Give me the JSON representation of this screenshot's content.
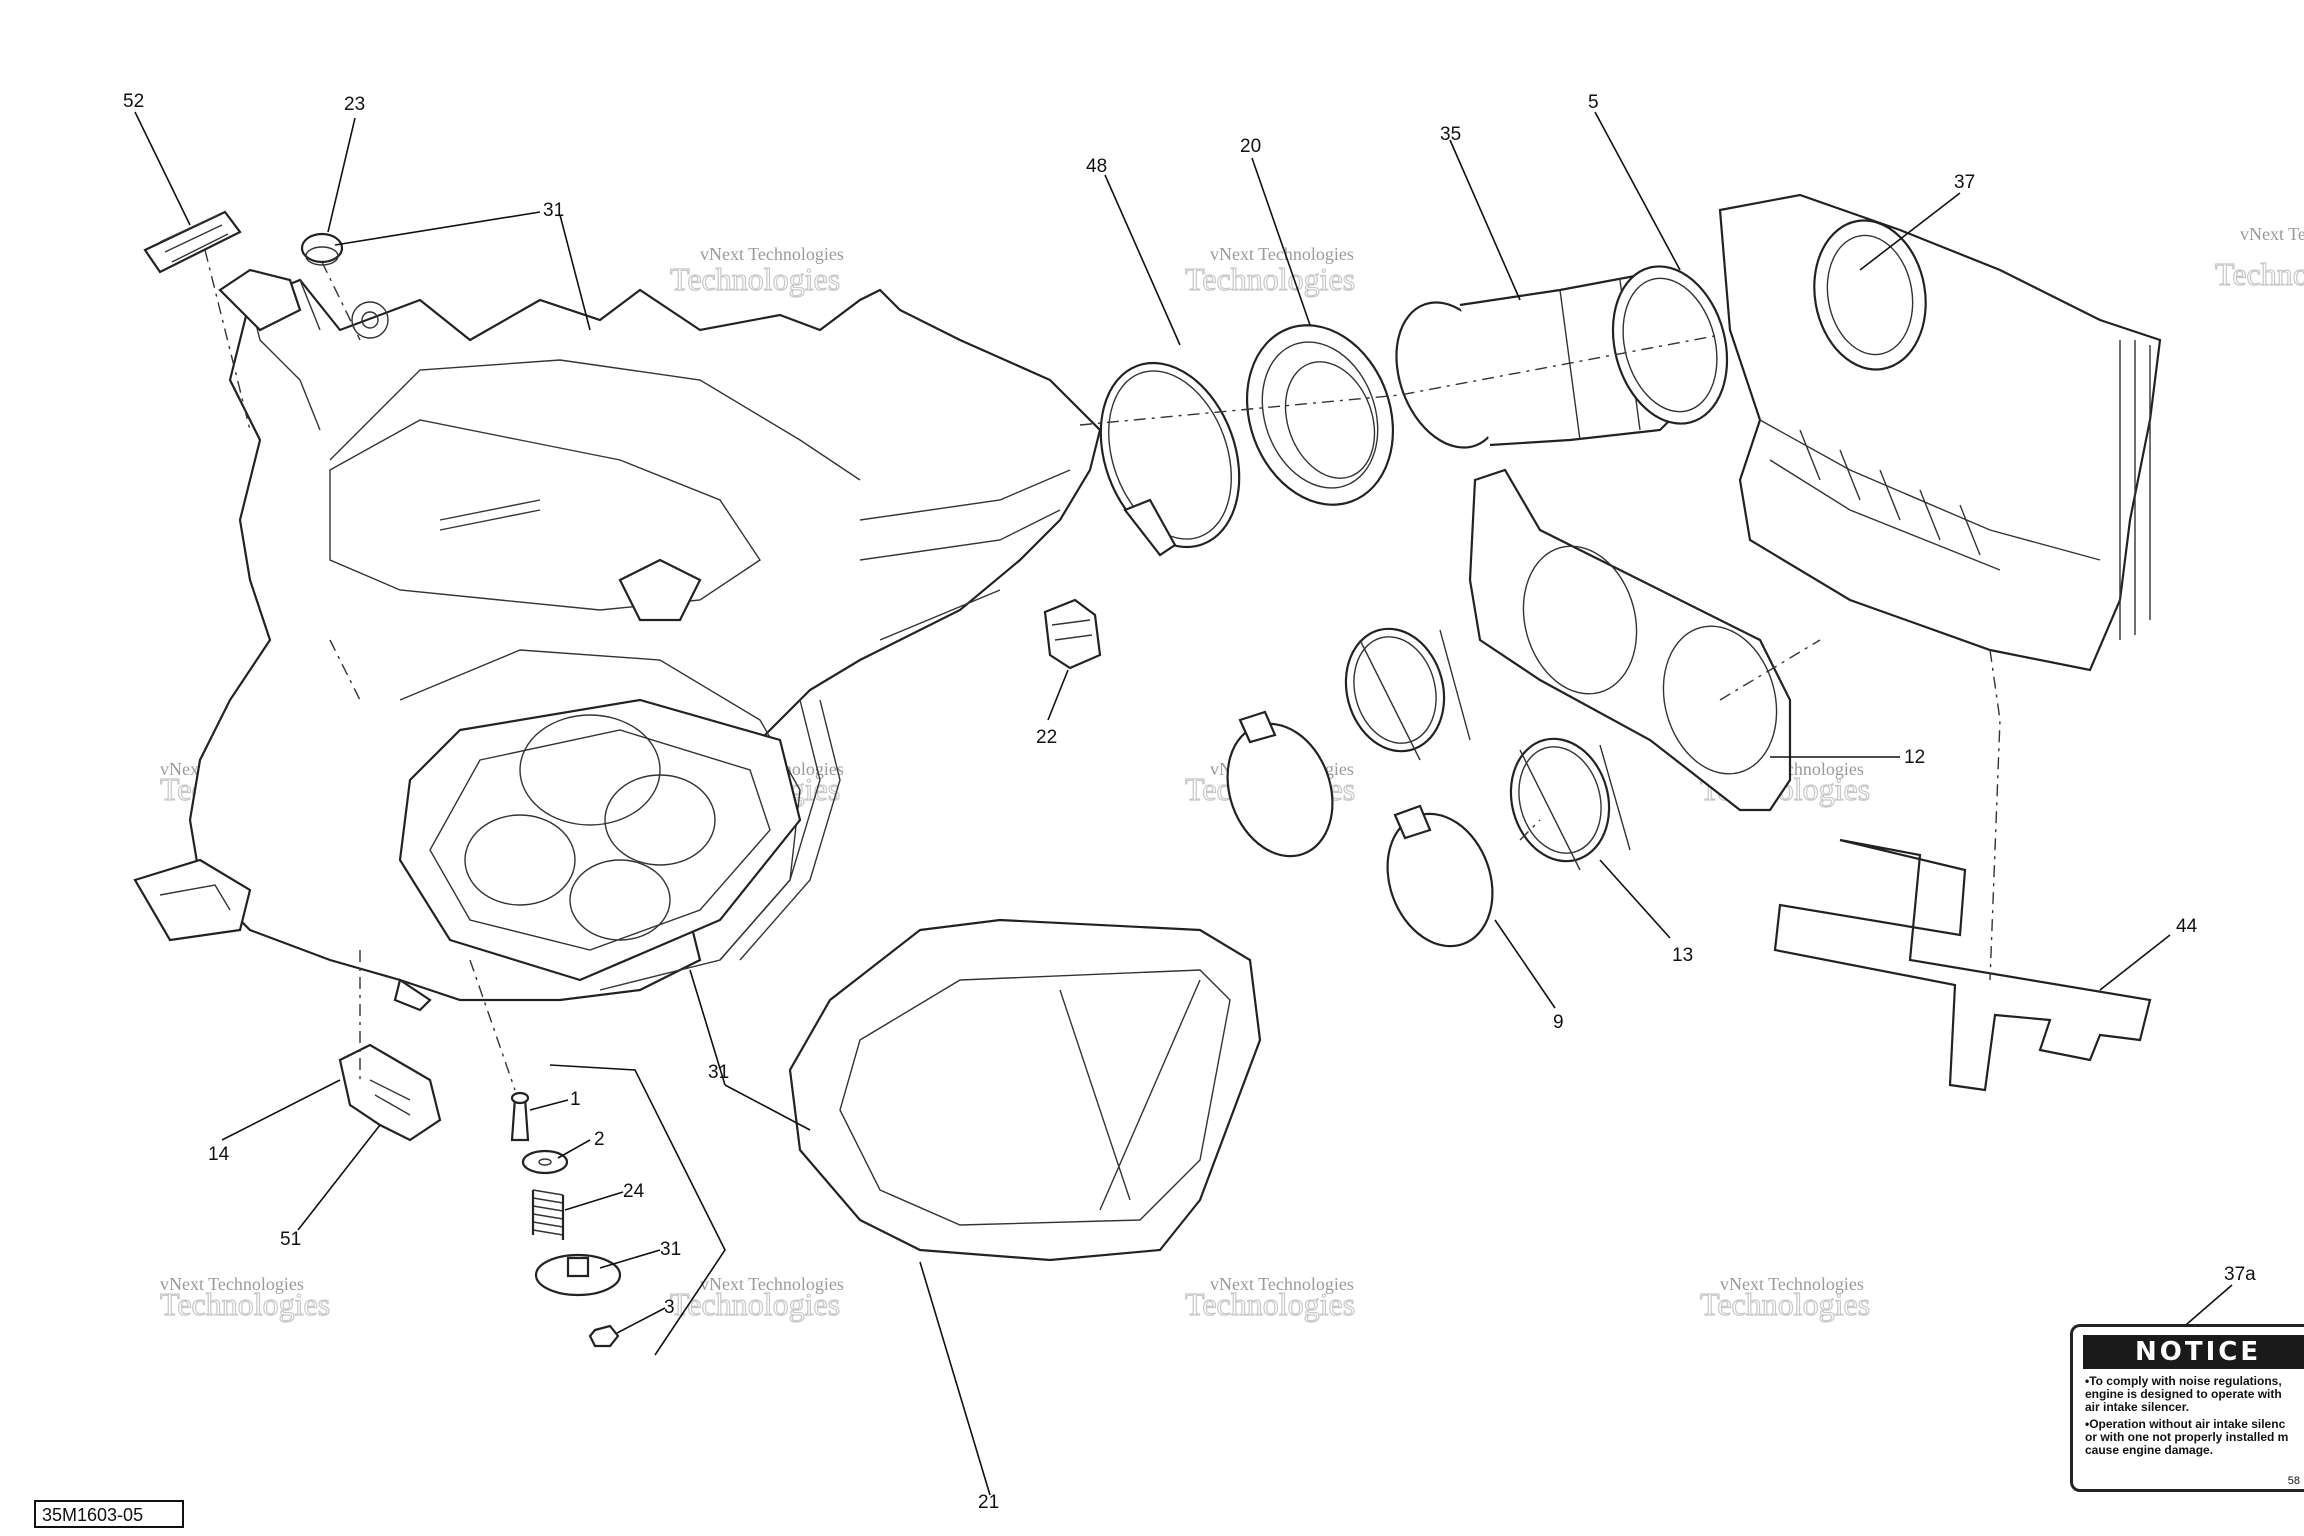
{
  "diagram": {
    "callouts": [
      "52",
      "23",
      "31",
      "48",
      "20",
      "35",
      "5",
      "37",
      "22",
      "12",
      "13",
      "9",
      "44",
      "14",
      "1",
      "2",
      "24",
      "31",
      "3",
      "51",
      "31",
      "21",
      "37a"
    ],
    "watermark_line1": "vNext Technologies",
    "watermark_line2": "Technologies",
    "reference_code": "35M1603-05",
    "notice_label": {
      "title": "NOTICE",
      "lines": [
        "•To comply with noise regulations,",
        "engine is designed to operate with",
        "air intake silencer.",
        "•Operation without air intake silenc",
        "or with one not properly installed m",
        "cause engine damage."
      ],
      "code": "58"
    }
  }
}
